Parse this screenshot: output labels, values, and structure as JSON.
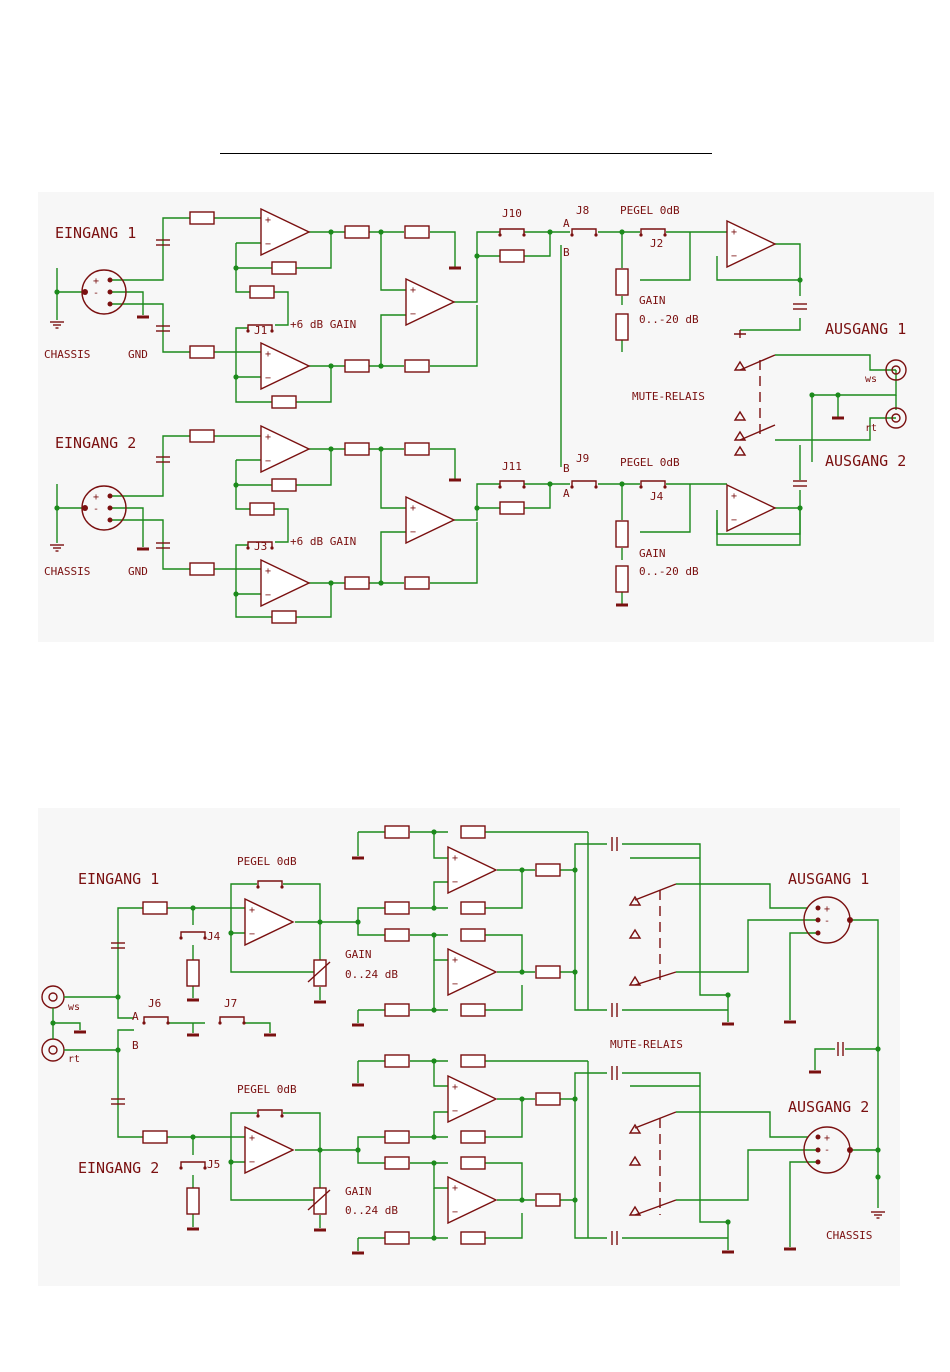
{
  "colors": {
    "wire": "#1c8a1c",
    "part": "#7a1010",
    "background": "#f7f7f7",
    "page": "#ffffff"
  },
  "top": {
    "eingang1": "EINGANG 1",
    "eingang2": "EINGANG 2",
    "chassis": "CHASSIS",
    "gnd": "GND",
    "gain6": "+6 dB GAIN",
    "j1": "J1",
    "j3": "J3",
    "j10": "J10",
    "j11": "J11",
    "j8": "J8",
    "j9": "J9",
    "j2": "J2",
    "j4": "J4",
    "a": "A",
    "b": "B",
    "pegel": "PEGEL 0dB",
    "gain": "GAIN",
    "gain_range": "0..-20 dB",
    "mute": "MUTE-RELAIS",
    "ausgang1": "AUSGANG 1",
    "ausgang2": "AUSGANG 2",
    "ws": "ws",
    "rt": "rt"
  },
  "bottom": {
    "eingang1": "EINGANG 1",
    "eingang2": "EINGANG 2",
    "pegel": "PEGEL 0dB",
    "gain": "GAIN",
    "gain_range": "0..24 dB",
    "j4": "J4",
    "j5": "J5",
    "j6": "J6",
    "j7": "J7",
    "a": "A",
    "b": "B",
    "ws": "ws",
    "rt": "rt",
    "mute": "MUTE-RELAIS",
    "ausgang1": "AUSGANG 1",
    "ausgang2": "AUSGANG 2",
    "chassis": "CHASSIS"
  }
}
